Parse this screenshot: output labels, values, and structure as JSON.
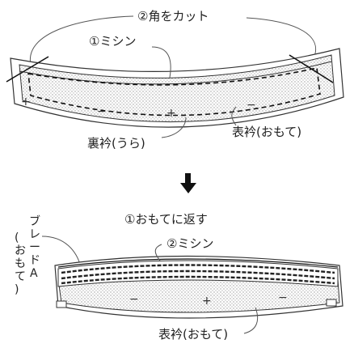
{
  "step1": {
    "cut_corners": "②角をカット",
    "sew": "①ミシン",
    "under_collar": "裏衿(うら)",
    "top_collar": "表衿(おもて)",
    "marks": [
      "−",
      "+",
      "−"
    ]
  },
  "arrow": "⬇",
  "step2": {
    "turn_right_side": "①おもてに返す",
    "braid_vertical": [
      "ブ",
      "レ",
      "ー",
      "ド",
      "A"
    ],
    "braid_paren": [
      "(",
      "お",
      "も",
      "て",
      ")"
    ],
    "sew": "②ミシン",
    "top_collar": "表衿(おもて)",
    "marks": [
      "−",
      "+",
      "−"
    ]
  }
}
